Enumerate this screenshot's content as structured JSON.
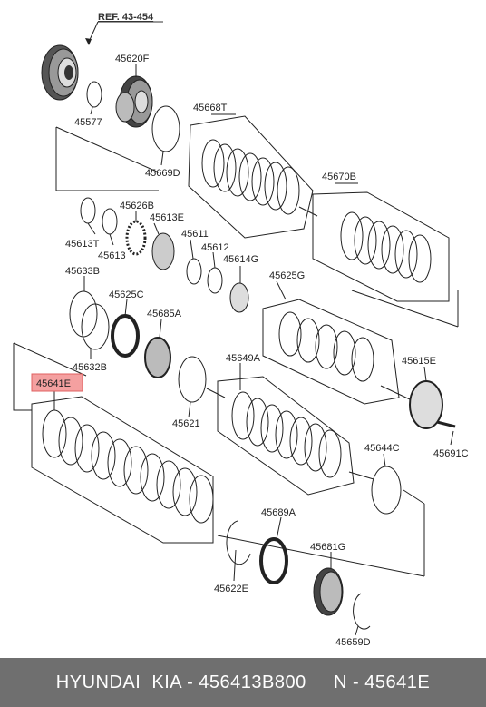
{
  "ref_label": "REF. 43-454",
  "highlight_color": "#f4a0a0",
  "footer": {
    "text": "HYUNDAI  KIA - 456413B800     N - 45641E",
    "background": "#6f6f6f",
    "text_color": "#ffffff"
  },
  "parts": {
    "p45620F": "45620F",
    "p45577": "45577",
    "p45668T": "45668T",
    "p45669D": "45669D",
    "p45670B": "45670B",
    "p45626B": "45626B",
    "p45613E": "45613E",
    "p45613T": "45613T",
    "p45613": "45613",
    "p45611": "45611",
    "p45612": "45612",
    "p45614G": "45614G",
    "p45625G": "45625G",
    "p45633B": "45633B",
    "p45625C": "45625C",
    "p45685A": "45685A",
    "p45632B": "45632B",
    "p45615E": "45615E",
    "p45641E": "45641E",
    "p45649A": "45649A",
    "p45621": "45621",
    "p45691C": "45691C",
    "p45644C": "45644C",
    "p45689A": "45689A",
    "p45681G": "45681G",
    "p45622E": "45622E",
    "p45659D": "45659D"
  }
}
